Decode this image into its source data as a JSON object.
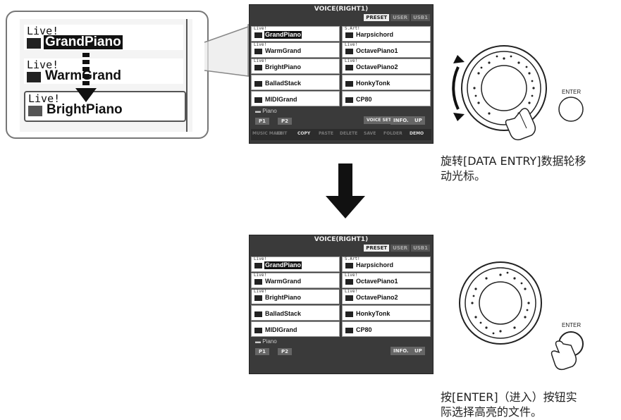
{
  "zoom": {
    "rows": [
      {
        "tag": "Live!",
        "name": "GrandPiano",
        "selected": true
      },
      {
        "tag": "Live!",
        "name": "WarmGrand",
        "selected": false
      },
      {
        "tag": "Live!",
        "name": "BrightPiano",
        "selected": false
      }
    ]
  },
  "screen1": {
    "title": "VOICE(RIGHT1)",
    "tabs": [
      "PRESET",
      "USER",
      "USB1"
    ],
    "left": [
      {
        "tag": "Live!",
        "name": "GrandPiano"
      },
      {
        "tag": "Live!",
        "name": "WarmGrand"
      },
      {
        "tag": "Live!",
        "name": "BrightPiano"
      },
      {
        "tag": "",
        "name": "BalladStack"
      },
      {
        "tag": "",
        "name": "MIDIGrand"
      }
    ],
    "right": [
      {
        "tag": "S.Art!",
        "name": "Harpsichord"
      },
      {
        "tag": "Live!",
        "name": "OctavePiano1"
      },
      {
        "tag": "Live!",
        "name": "OctavePiano2"
      },
      {
        "tag": "",
        "name": "HonkyTonk"
      },
      {
        "tag": "",
        "name": "CP80"
      }
    ],
    "category": "Piano",
    "pages": [
      "P1",
      "P2"
    ],
    "buttons": [
      "VOICE SET",
      "INFO.",
      "UP"
    ],
    "bottom": [
      "MUSIC MAKE",
      "EDIT",
      "COPY",
      "PASTE",
      "DELETE",
      "SAVE",
      "FOLDER",
      "DEMO"
    ]
  },
  "screen2": {
    "title": "VOICE(RIGHT1)",
    "tabs": [
      "PRESET",
      "USER",
      "USB1"
    ],
    "left": [
      {
        "tag": "Live!",
        "name": "GrandPiano"
      },
      {
        "tag": "Live!",
        "name": "WarmGrand"
      },
      {
        "tag": "Live!",
        "name": "BrightPiano"
      },
      {
        "tag": "",
        "name": "BalladStack"
      },
      {
        "tag": "",
        "name": "MIDIGrand"
      }
    ],
    "right": [
      {
        "tag": "S.Art!",
        "name": "Harpsichord"
      },
      {
        "tag": "Live!",
        "name": "OctavePiano1"
      },
      {
        "tag": "Live!",
        "name": "OctavePiano2"
      },
      {
        "tag": "",
        "name": "HonkyTonk"
      },
      {
        "tag": "",
        "name": "CP80"
      }
    ],
    "category": "Piano",
    "pages": [
      "P1",
      "P2"
    ],
    "buttons": [
      "INFO.",
      "UP"
    ]
  },
  "dial": {
    "enter_label": "ENTER"
  },
  "captions": {
    "step1_line1": "旋转[DATA ENTRY]数据轮移",
    "step1_line2": "动光标。",
    "step2_line1": "按[ENTER]（进入）按钮实",
    "step2_line2": "际选择高亮的文件。"
  }
}
